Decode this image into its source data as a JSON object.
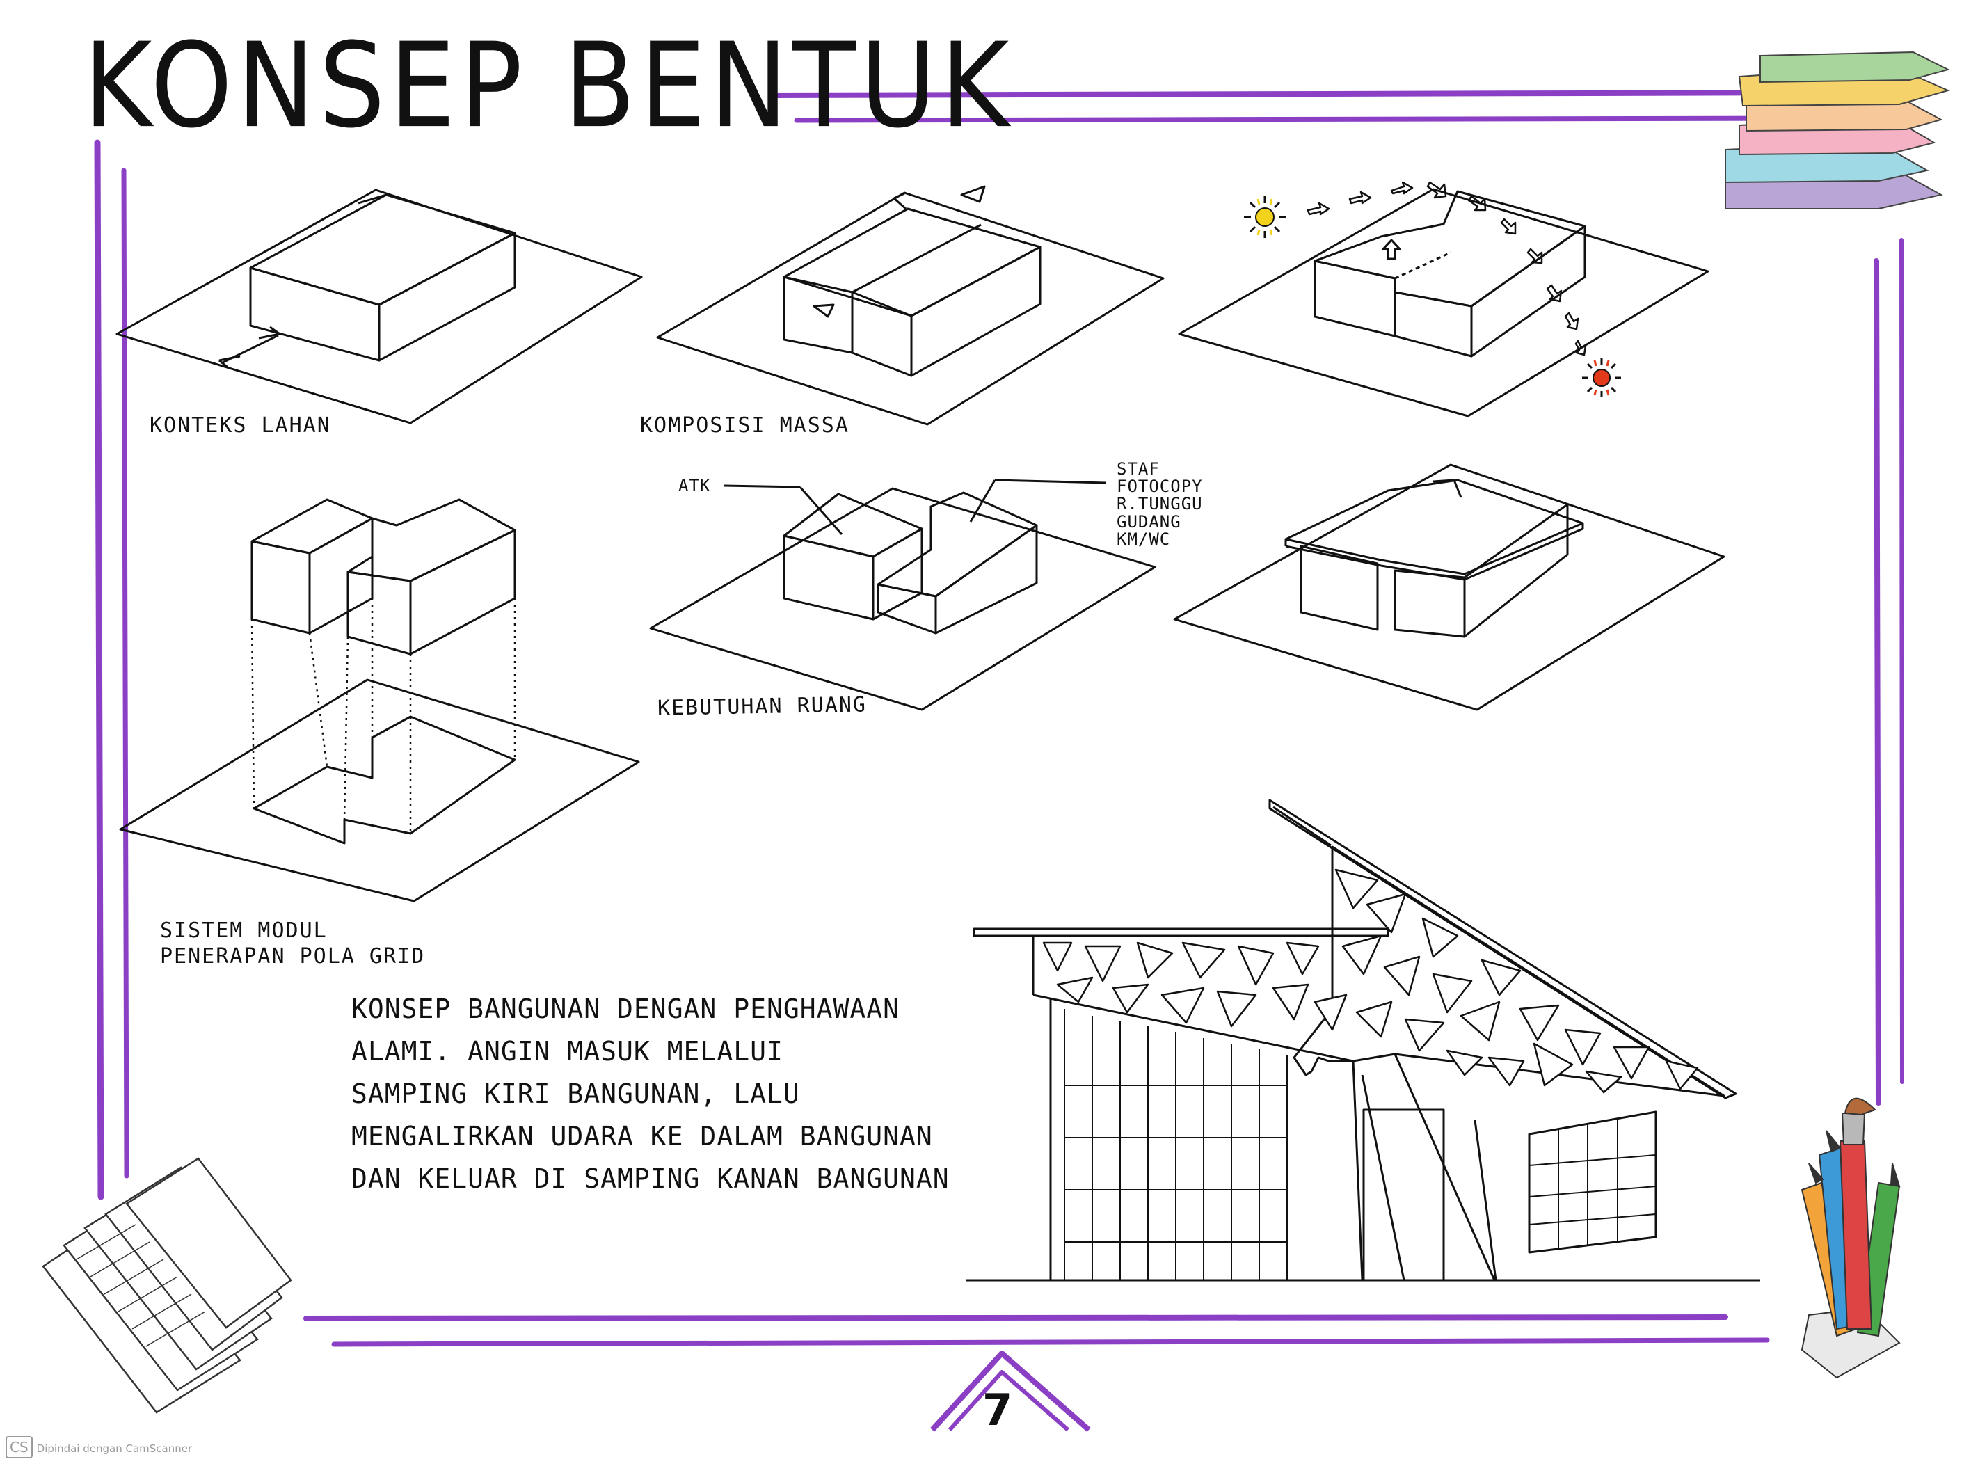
{
  "page": {
    "title": "KONSEP BENTUK",
    "page_number": "7",
    "scanner_mark": "Dipindai dengan CamScanner",
    "scanner_logo": "CS"
  },
  "diagrams": {
    "konteks_lahan": {
      "label": "KONTEKS LAHAN"
    },
    "komposisi_massa": {
      "label": "KOMPOSISI MASSA"
    },
    "sistem_modul": {
      "label_line1": "SISTEM MODUL",
      "label_line2": "PENERAPAN POLA GRID"
    },
    "kebutuhan_ruang": {
      "label": "KEBUTUHAN RUANG",
      "callout_left": "ATK",
      "callout_right": [
        "STAF",
        "FOTOCOPY",
        "R.TUNGGU",
        "GUDANG",
        "KM/WC"
      ]
    }
  },
  "concept_text": [
    "KONSEP BANGUNAN DENGAN PENGHAWAAN",
    "ALAMI. ANGIN MASUK MELALUI",
    "SAMPING KIRI BANGUNAN, LALU",
    "MENGALIRKAN UDARA KE DALAM BANGUNAN",
    "DAN KELUAR DI SAMPING KANAN BANGUNAN"
  ],
  "colors": {
    "accent_purple": "#8a3fc4",
    "ink": "#111111",
    "sun_yellow": "#f2d21b",
    "sun_red": "#e23a1a"
  },
  "icons": [
    "books-stack-icon",
    "papers-stack-icon",
    "pencils-brush-icon",
    "sun-icon",
    "wind-arrow-icon"
  ]
}
